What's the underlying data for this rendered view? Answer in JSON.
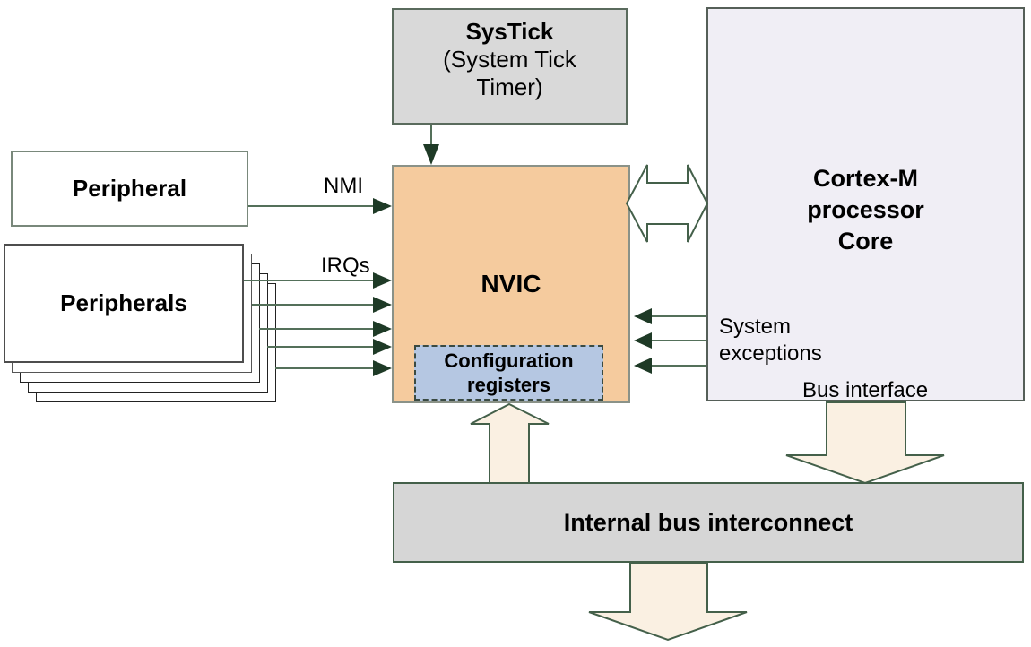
{
  "boxes": {
    "systick": {
      "title": "SysTick",
      "subtitle": "(System Tick\nTimer)"
    },
    "peripheral": {
      "title": "Peripheral"
    },
    "peripherals": {
      "title": "Peripherals",
      "stack_count": 5
    },
    "nvic": {
      "title": "NVIC"
    },
    "config_registers": {
      "title": "Configuration\nregisters"
    },
    "cortex": {
      "title": "Cortex-M\nprocessor\nCore"
    },
    "bus": {
      "title": "Internal bus interconnect"
    }
  },
  "labels": {
    "nmi": "NMI",
    "irqs": "IRQs",
    "system_exceptions": "System\nexceptions",
    "bus_interface": "Bus interface"
  },
  "connections": [
    {
      "name": "systick-to-nvic",
      "from": "SysTick",
      "to": "NVIC",
      "type": "arrow"
    },
    {
      "name": "nmi",
      "from": "Peripheral",
      "to": "NVIC",
      "label": "NMI",
      "type": "arrow"
    },
    {
      "name": "irqs",
      "from": "Peripherals",
      "to": "NVIC",
      "label": "IRQs",
      "type": "arrow",
      "count": 5
    },
    {
      "name": "system-exceptions",
      "from": "Cortex-M processor Core",
      "to": "NVIC",
      "label": "System exceptions",
      "type": "arrow",
      "count": 3
    },
    {
      "name": "nvic-cortex",
      "between": [
        "NVIC",
        "Cortex-M processor Core"
      ],
      "type": "hollow-double-arrow"
    },
    {
      "name": "bus-to-nvic",
      "from": "Internal bus interconnect",
      "to": "NVIC",
      "type": "block-arrow-up"
    },
    {
      "name": "cortex-to-bus",
      "from": "Cortex-M processor Core (Bus interface)",
      "to": "Internal bus interconnect",
      "type": "block-arrow-down"
    },
    {
      "name": "bus-out",
      "from": "Internal bus interconnect",
      "to": "",
      "type": "block-arrow-down"
    }
  ],
  "colors": {
    "nvic_fill": "#f5cb9e",
    "config_registers_fill": "#b5c7e2",
    "systick_fill": "#d9d9d9",
    "bus_bar_fill": "#d6d6d6",
    "cortex_fill": "#f0eef5",
    "block_arrow_fill": "#faf0e2",
    "arrow_outline_green": "#44604a",
    "arrowhead_dark_green": "#1e3a26",
    "text": "#000000"
  }
}
